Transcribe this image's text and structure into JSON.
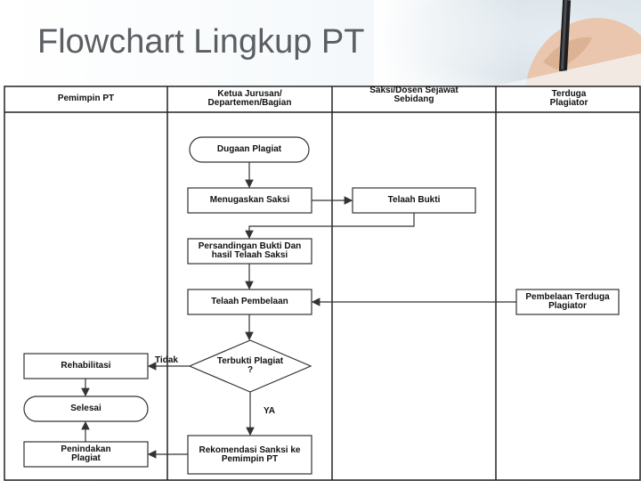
{
  "slide": {
    "title": "Flowchart Lingkup PT"
  },
  "lanes": [
    {
      "id": "pemimpin",
      "label": "Pemimpin PT"
    },
    {
      "id": "ketua",
      "label": "Ketua Jurusan/ Departemen/Bagian"
    },
    {
      "id": "saksi",
      "label": "Saksi/Dosen Sejawat Sebidang"
    },
    {
      "id": "terduga",
      "label": "Terduga Plagiator"
    }
  ],
  "nodes": {
    "dugaan": "Dugaan Plagiat",
    "menugaskan": "Menugaskan Saksi",
    "telaah_bukti": "Telaah Bukti",
    "persandingan": "Persandingan Bukti Dan hasil Telaah Saksi",
    "telaah_pembelaan": "Telaah Pembelaan",
    "pembelaan": "Pembelaan Terduga Plagiator",
    "terbukti": "Terbukti Plagiat ?",
    "rehabilitasi": "Rehabilitasi",
    "selesai": "Selesai",
    "rekomendasi": "Rekomendasi Sanksi ke Pemimpin PT",
    "penindakan": "Penindakan Plagiat"
  },
  "edge_labels": {
    "tidak": "Tidak",
    "ya": "YA"
  }
}
